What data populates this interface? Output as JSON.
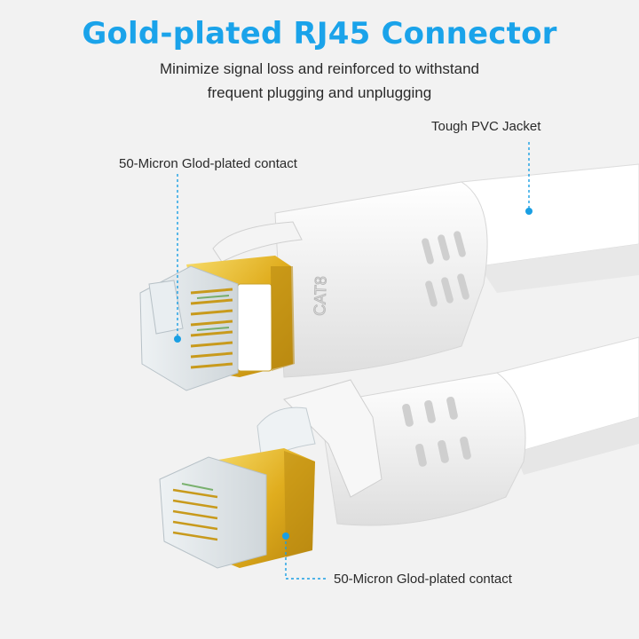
{
  "header": {
    "title": "Gold-plated RJ45 Connector",
    "subtitle_line1": "Minimize signal loss and reinforced to withstand",
    "subtitle_line2": "frequent plugging and unplugging"
  },
  "callouts": {
    "jacket": "Tough PVC Jacket",
    "contact_top": "50-Micron Glod-plated contact",
    "contact_bottom": "50-Micron Glod-plated contact"
  },
  "product": {
    "cable_marking": "CAT8"
  },
  "colors": {
    "title": "#1aa3ea",
    "leader": "#1a9fe3",
    "gold": "#e6b422",
    "cable": "#ffffff"
  },
  "icons": [
    "callout-dot-icon"
  ]
}
